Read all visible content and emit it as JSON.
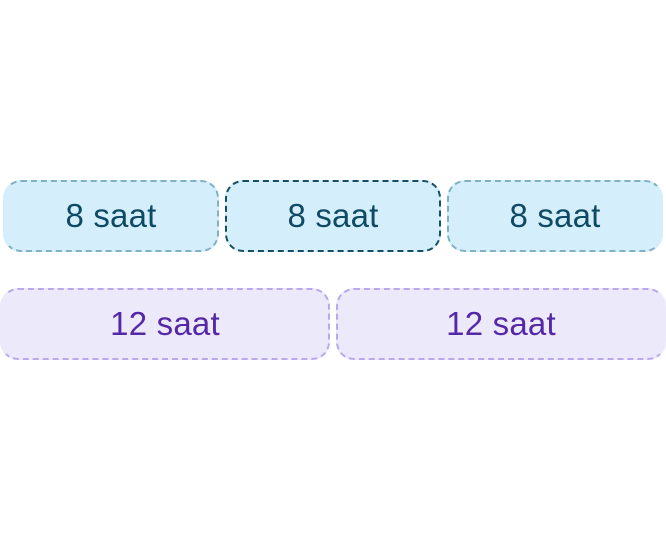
{
  "colors": {
    "blue_fill": "#d4effb",
    "blue_text": "#0f4a65",
    "blue_dash": "#164e66",
    "purple_fill": "#ece9fb",
    "purple_text": "#5528a6",
    "purple_dash": "#5b35b5"
  },
  "row_8h": {
    "segments": [
      {
        "label": "8 saat"
      },
      {
        "label": "8 saat"
      },
      {
        "label": "8 saat"
      }
    ]
  },
  "row_12h": {
    "segments": [
      {
        "label": "12 saat"
      },
      {
        "label": "12 saat"
      }
    ]
  }
}
